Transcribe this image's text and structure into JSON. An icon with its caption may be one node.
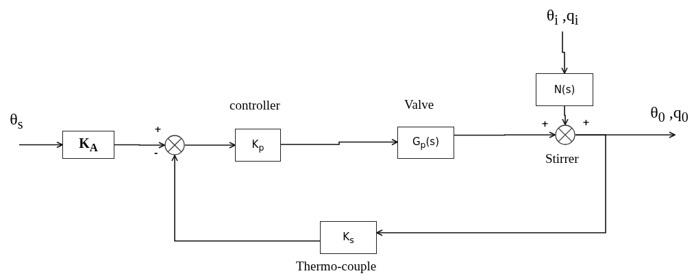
{
  "diagram": {
    "nodes": [
      {
        "text": [
          "θ$_{s}$"
        ]
      },
      {
        "text": [
          "K$_{A}$"
        ]
      },
      {
        "text": [],
        "shape": "circle",
        "beside": [
          "+",
          "-"
        ]
      },
      {
        "text": [
          "K$_{p}$"
        ],
        "beside": [
          "controller"
        ]
      },
      {
        "text": [
          "G$_{p}$(s)"
        ],
        "beside": [
          "Valve"
        ]
      },
      {
        "text": [
          "θ$_{i}$ ,q$_{i}$"
        ]
      },
      {
        "text": [
          "N(s)"
        ]
      },
      {
        "text": [],
        "shape": "circle",
        "beside": [
          "+",
          "+",
          "Stirrer"
        ]
      },
      {
        "text": [
          "θ$_{0}$ ,q$_{0}$"
        ]
      },
      {
        "text": [
          "K$_{s}$"
        ],
        "beside": [
          "Thermo-couple"
        ]
      }
    ],
    "edges": [
      {
        "from": 0,
        "to": 1,
        "arrow": "to"
      },
      {
        "from": 1,
        "to": 2,
        "arrow": "to"
      },
      {
        "from": 2,
        "to": 3,
        "arrow": "to"
      },
      {
        "from": 3,
        "to": 4,
        "arrow": "to"
      },
      {
        "from": 4,
        "to": 7,
        "arrow": "to"
      },
      {
        "from": 5,
        "to": 6,
        "arrow": "to"
      },
      {
        "from": 6,
        "to": 7,
        "arrow": "to"
      },
      {
        "from": 7,
        "to": 8,
        "arrow": "to"
      },
      {
        "from": 7,
        "to": 9,
        "arrow": "to"
      },
      {
        "from": 9,
        "to": 2,
        "arrow": "to"
      }
    ]
  }
}
